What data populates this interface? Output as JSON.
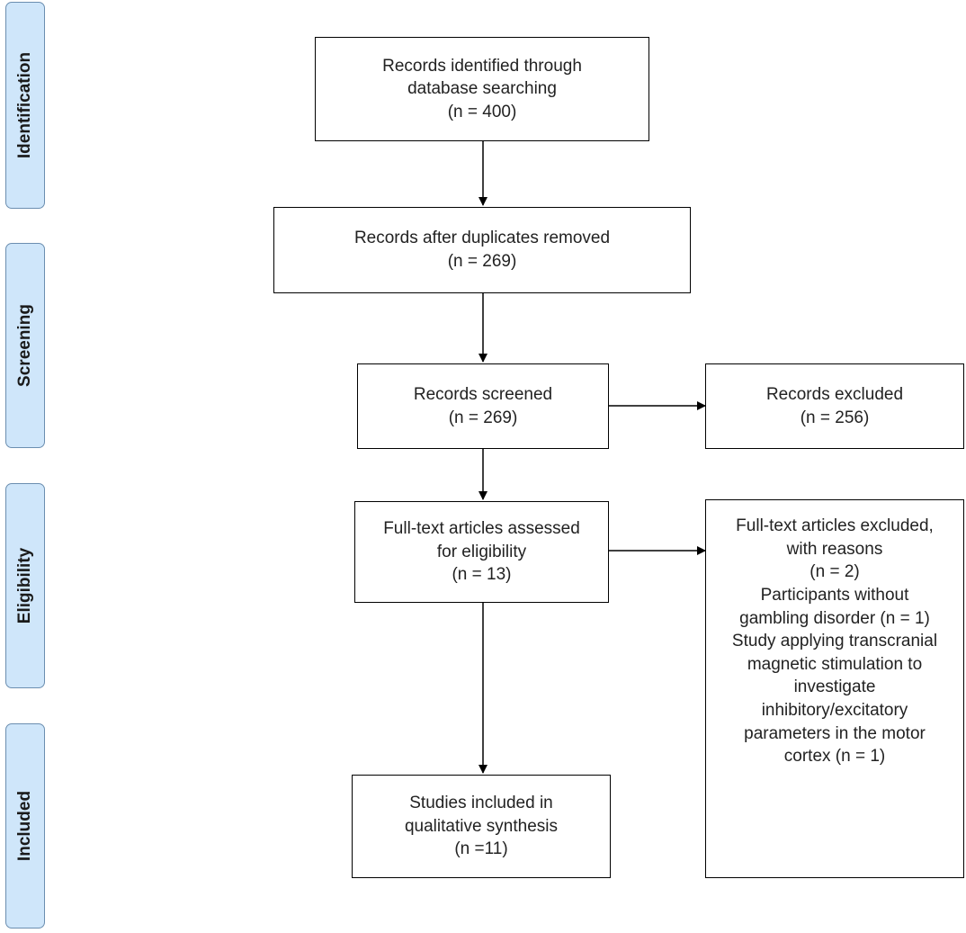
{
  "stages": [
    {
      "id": "identification",
      "label": "Identification"
    },
    {
      "id": "screening",
      "label": "Screening"
    },
    {
      "id": "eligibility",
      "label": "Eligibility"
    },
    {
      "id": "included",
      "label": "Included"
    }
  ],
  "boxes": {
    "identified": {
      "lines": [
        "Records identified through",
        "database searching",
        "(n = 400)"
      ]
    },
    "deduplicated": {
      "lines": [
        "Records after duplicates removed",
        "(n = 269)"
      ]
    },
    "screened": {
      "lines": [
        "Records screened",
        "(n = 269)"
      ]
    },
    "excluded": {
      "lines": [
        "Records excluded",
        "(n = 256)"
      ]
    },
    "fulltext_assessed": {
      "lines": [
        "Full-text articles assessed",
        "for eligibility",
        "(n = 13)"
      ]
    },
    "fulltext_excluded": {
      "lines": [
        "Full-text articles excluded,",
        "with reasons",
        "(n = 2)",
        "Participants without",
        "gambling disorder (n = 1)",
        "Study applying transcranial",
        "magnetic stimulation to",
        "investigate",
        "inhibitory/excitatory",
        "parameters in the motor",
        "cortex (n = 1)"
      ]
    },
    "included": {
      "lines": [
        "Studies included in",
        "qualitative synthesis",
        "(n =11)"
      ]
    }
  },
  "colors": {
    "stage_fill": "#cfe6fa",
    "stage_border": "#6b8eb0",
    "box_border": "#000000"
  }
}
